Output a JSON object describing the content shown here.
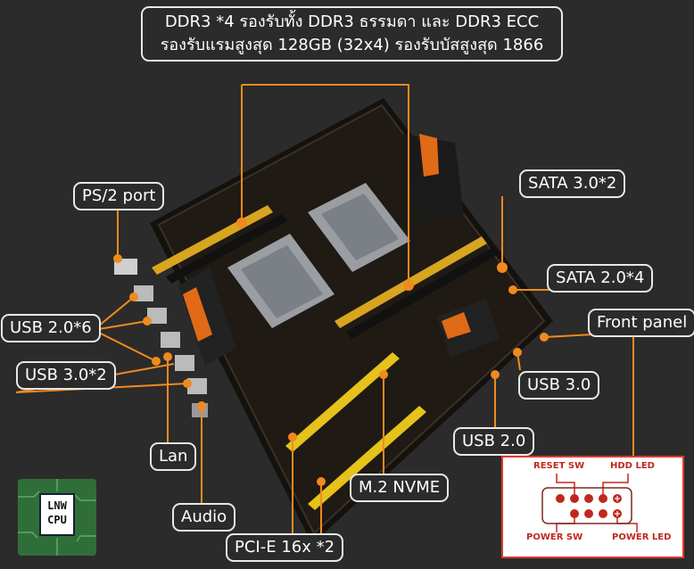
{
  "labels": {
    "ddr3_line1": "DDR3 *4 รองรับทั้ง DDR3 ธรรมดา และ DDR3 ECC",
    "ddr3_line2": "รองรับแรมสูงสุด 128GB (32x4)  รองรับบัสสูงสุด 1866",
    "ps2": "PS/2 port",
    "sata3": "SATA 3.0*2",
    "sata2": "SATA 2.0*4",
    "front_panel": "Front panel",
    "usb20x6": "USB 2.0*6",
    "usb30x2": "USB 3.0*2",
    "usb30": "USB 3.0",
    "usb20": "USB 2.0",
    "lan": "Lan",
    "m2": "M.2 NVME",
    "audio": "Audio",
    "pcie": "PCI-E 16x *2"
  },
  "front_panel_diagram": {
    "reset_sw": "RESET SW",
    "hdd_led": "HDD LED",
    "power_sw": "POWER SW",
    "power_led": "POWER LED"
  },
  "logo": {
    "line1": "LNW",
    "line2": "CPU"
  },
  "colors": {
    "leader": "#f08a1e",
    "pin": "#d0231b",
    "label_border": "#e8e8e8",
    "background": "#2b2b2b"
  }
}
